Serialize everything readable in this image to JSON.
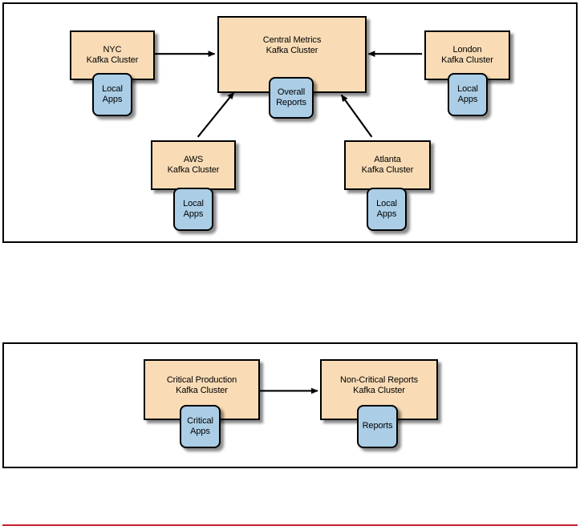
{
  "page": {
    "background": "#ffffff",
    "box_fill": "#F9DCB6",
    "app_fill": "#ABCEE6",
    "stroke": "#000000",
    "rule_color": "#C4202E"
  },
  "figures": [
    {
      "id": "hub-and-spoke-metrics",
      "clusters": [
        {
          "name": "nyc-kafka-cluster",
          "label": "NYC\nKafka Cluster"
        },
        {
          "name": "central-metrics-kafka-cluster",
          "label": "Central Metrics\nKafka Cluster"
        },
        {
          "name": "london-kafka-cluster",
          "label": "London\nKafka Cluster"
        },
        {
          "name": "aws-kafka-cluster",
          "label": "AWS\nKafka Cluster"
        },
        {
          "name": "atlanta-kafka-cluster",
          "label": "Atlanta\nKafka Cluster"
        }
      ],
      "apps": [
        {
          "name": "nyc-local-apps",
          "label": "Local\nApps"
        },
        {
          "name": "overall-reports",
          "label": "Overall\nReports"
        },
        {
          "name": "london-local-apps",
          "label": "Local\nApps"
        },
        {
          "name": "aws-local-apps",
          "label": "Local\nApps"
        },
        {
          "name": "atlanta-local-apps",
          "label": "Local\nApps"
        }
      ],
      "arrows": [
        {
          "from": "nyc-kafka-cluster",
          "to": "central-metrics-kafka-cluster",
          "direction": "right"
        },
        {
          "from": "london-kafka-cluster",
          "to": "central-metrics-kafka-cluster",
          "direction": "left"
        },
        {
          "from": "aws-kafka-cluster",
          "to": "central-metrics-kafka-cluster",
          "direction": "up-right"
        },
        {
          "from": "atlanta-kafka-cluster",
          "to": "central-metrics-kafka-cluster",
          "direction": "up-left"
        }
      ]
    },
    {
      "id": "critical-to-noncritical",
      "clusters": [
        {
          "name": "critical-production-kafka-cluster",
          "label": "Critical Production\nKafka Cluster"
        },
        {
          "name": "non-critical-reports-kafka-cluster",
          "label": "Non-Critical Reports\nKafka Cluster"
        }
      ],
      "apps": [
        {
          "name": "critical-apps",
          "label": "Critical\nApps"
        },
        {
          "name": "reports-app",
          "label": "Reports"
        }
      ],
      "arrows": [
        {
          "from": "critical-production-kafka-cluster",
          "to": "non-critical-reports-kafka-cluster",
          "direction": "right"
        }
      ]
    }
  ]
}
